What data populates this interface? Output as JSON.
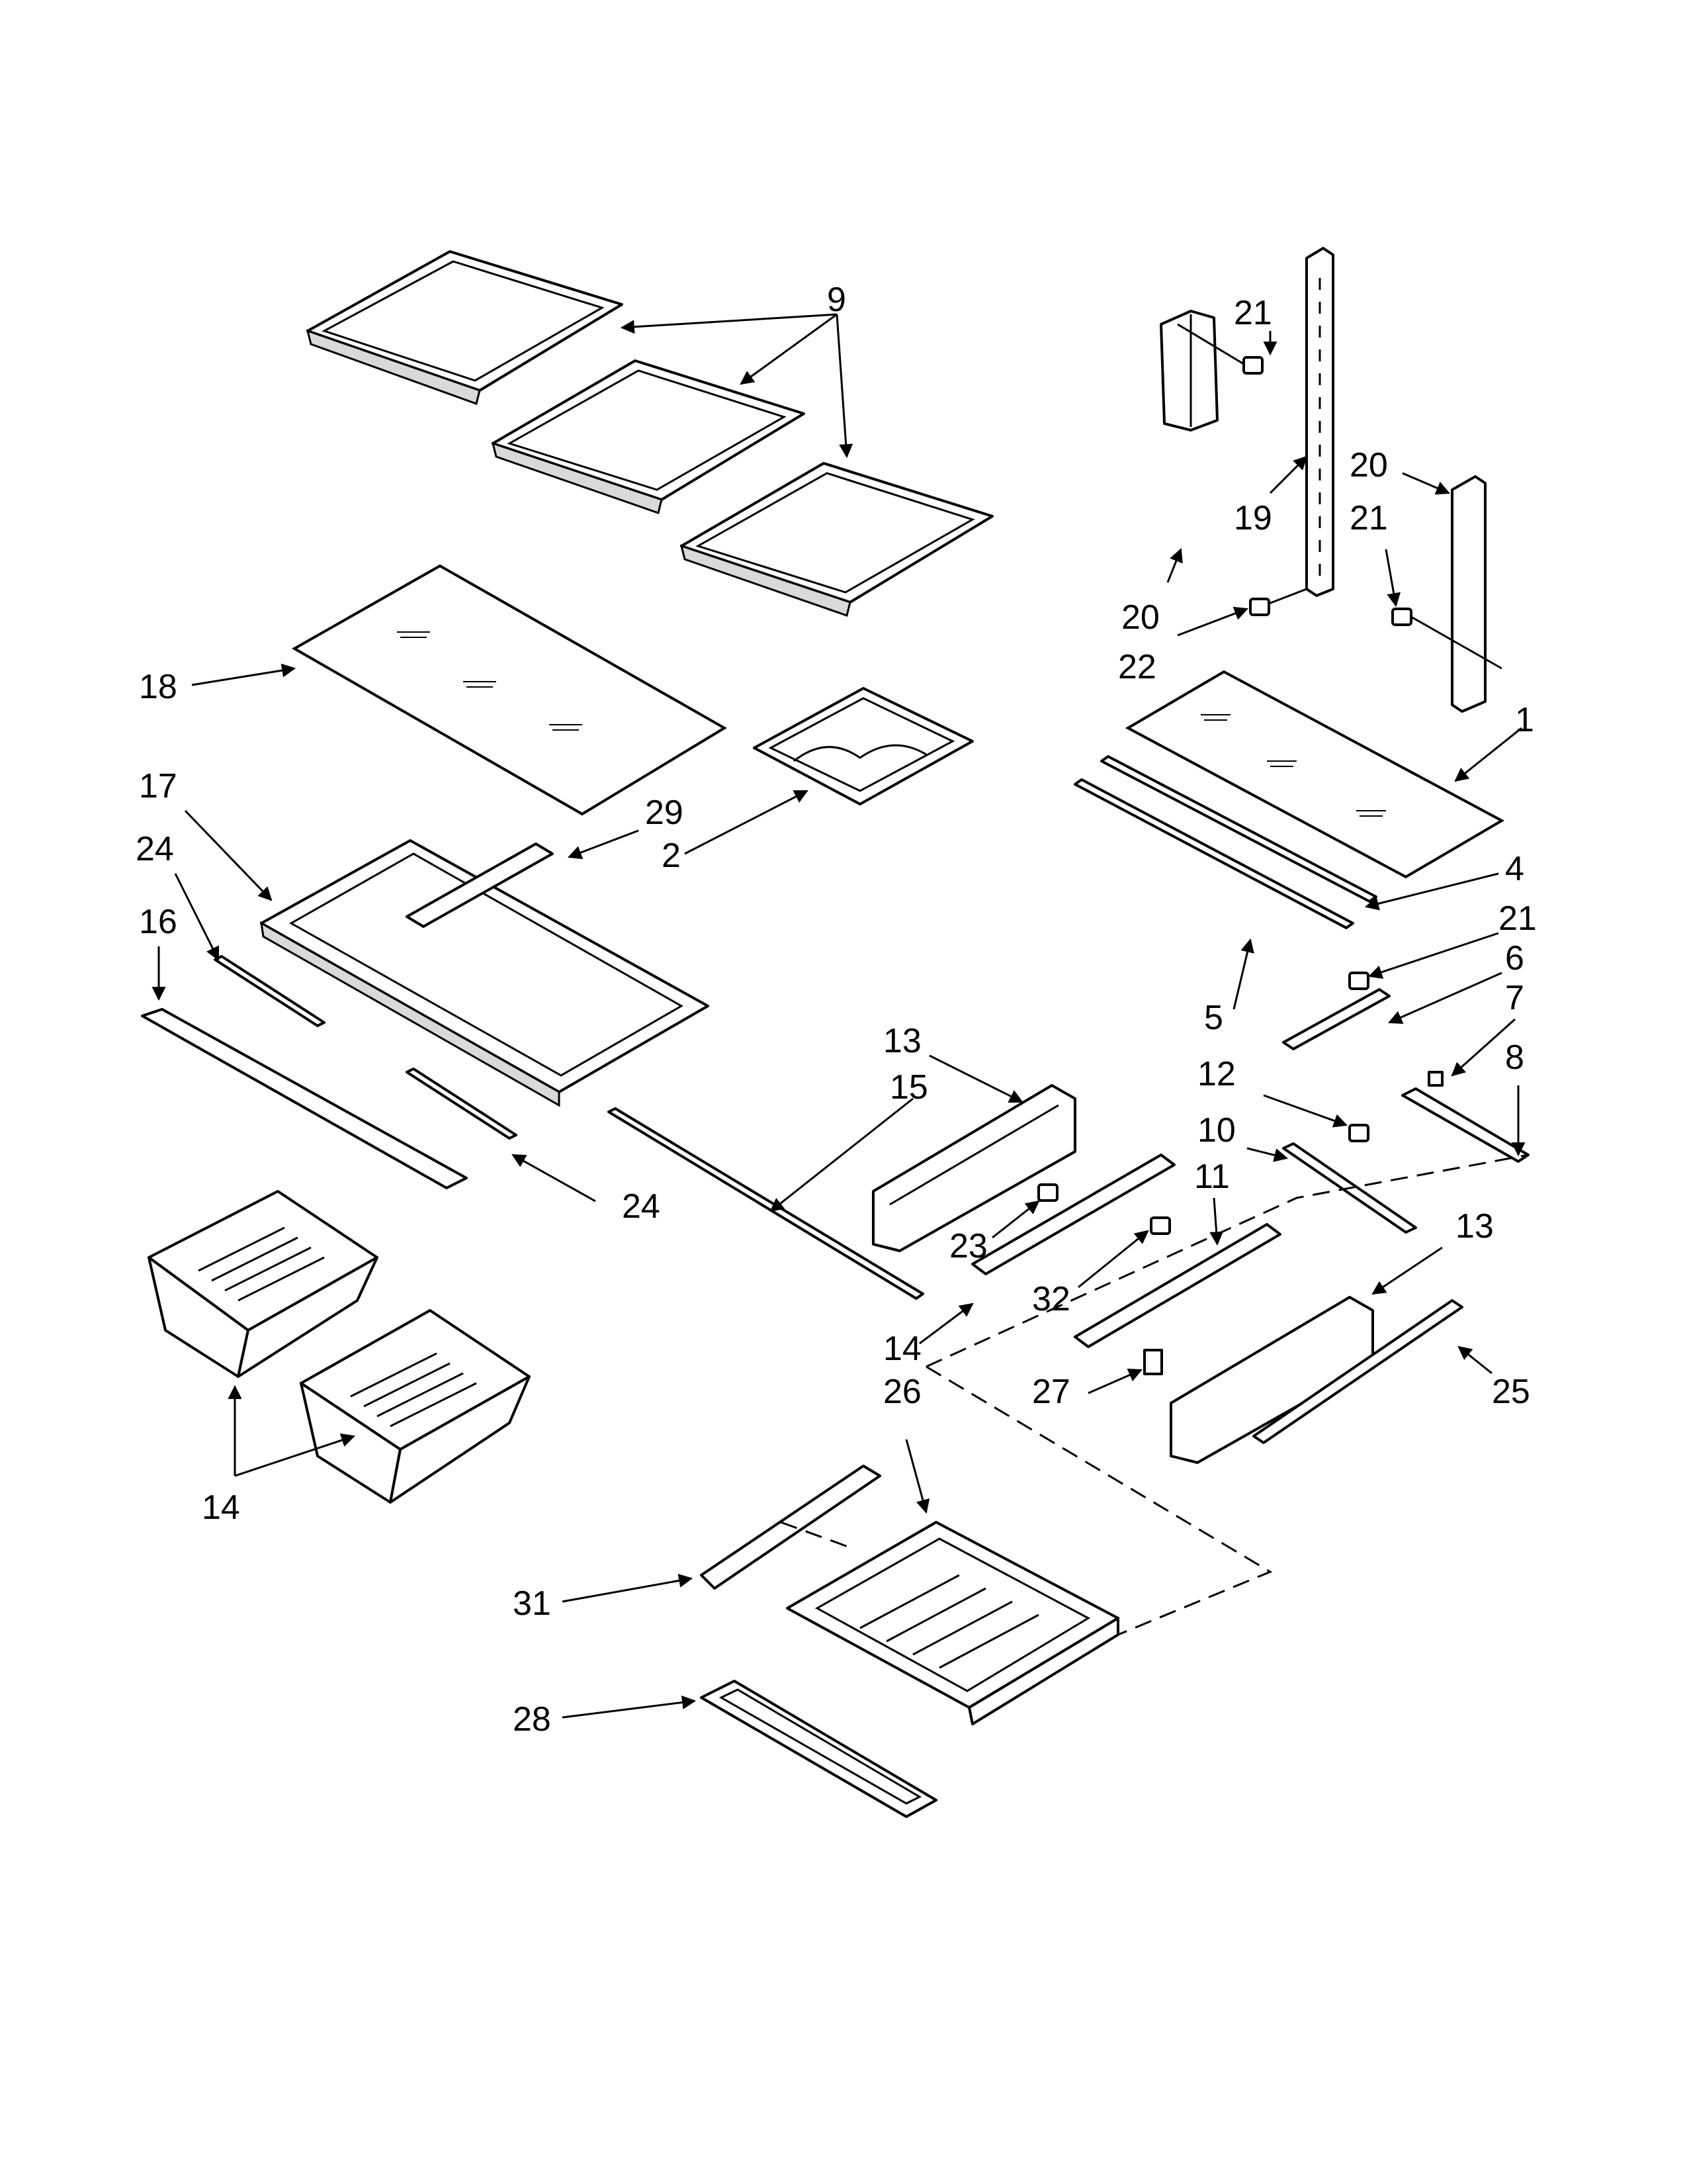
{
  "diagram": {
    "callouts": {
      "c9": "9",
      "c21a": "21",
      "c19": "19",
      "c20a": "20",
      "c20b": "20",
      "c21b": "21",
      "c22": "22",
      "c18": "18",
      "c1": "1",
      "c17": "17",
      "c29": "29",
      "c2": "2",
      "c24a": "24",
      "c16": "16",
      "c4": "4",
      "c21c": "21",
      "c6": "6",
      "c5": "5",
      "c7": "7",
      "c13a": "13",
      "c15": "15",
      "c12": "12",
      "c8": "8",
      "c10": "10",
      "c11": "11",
      "c24b": "24",
      "c23": "23",
      "c13b": "13",
      "c32": "32",
      "c14a": "14",
      "c26": "26",
      "c27": "27",
      "c25": "25",
      "c14b": "14",
      "c31": "31",
      "c28": "28"
    }
  }
}
